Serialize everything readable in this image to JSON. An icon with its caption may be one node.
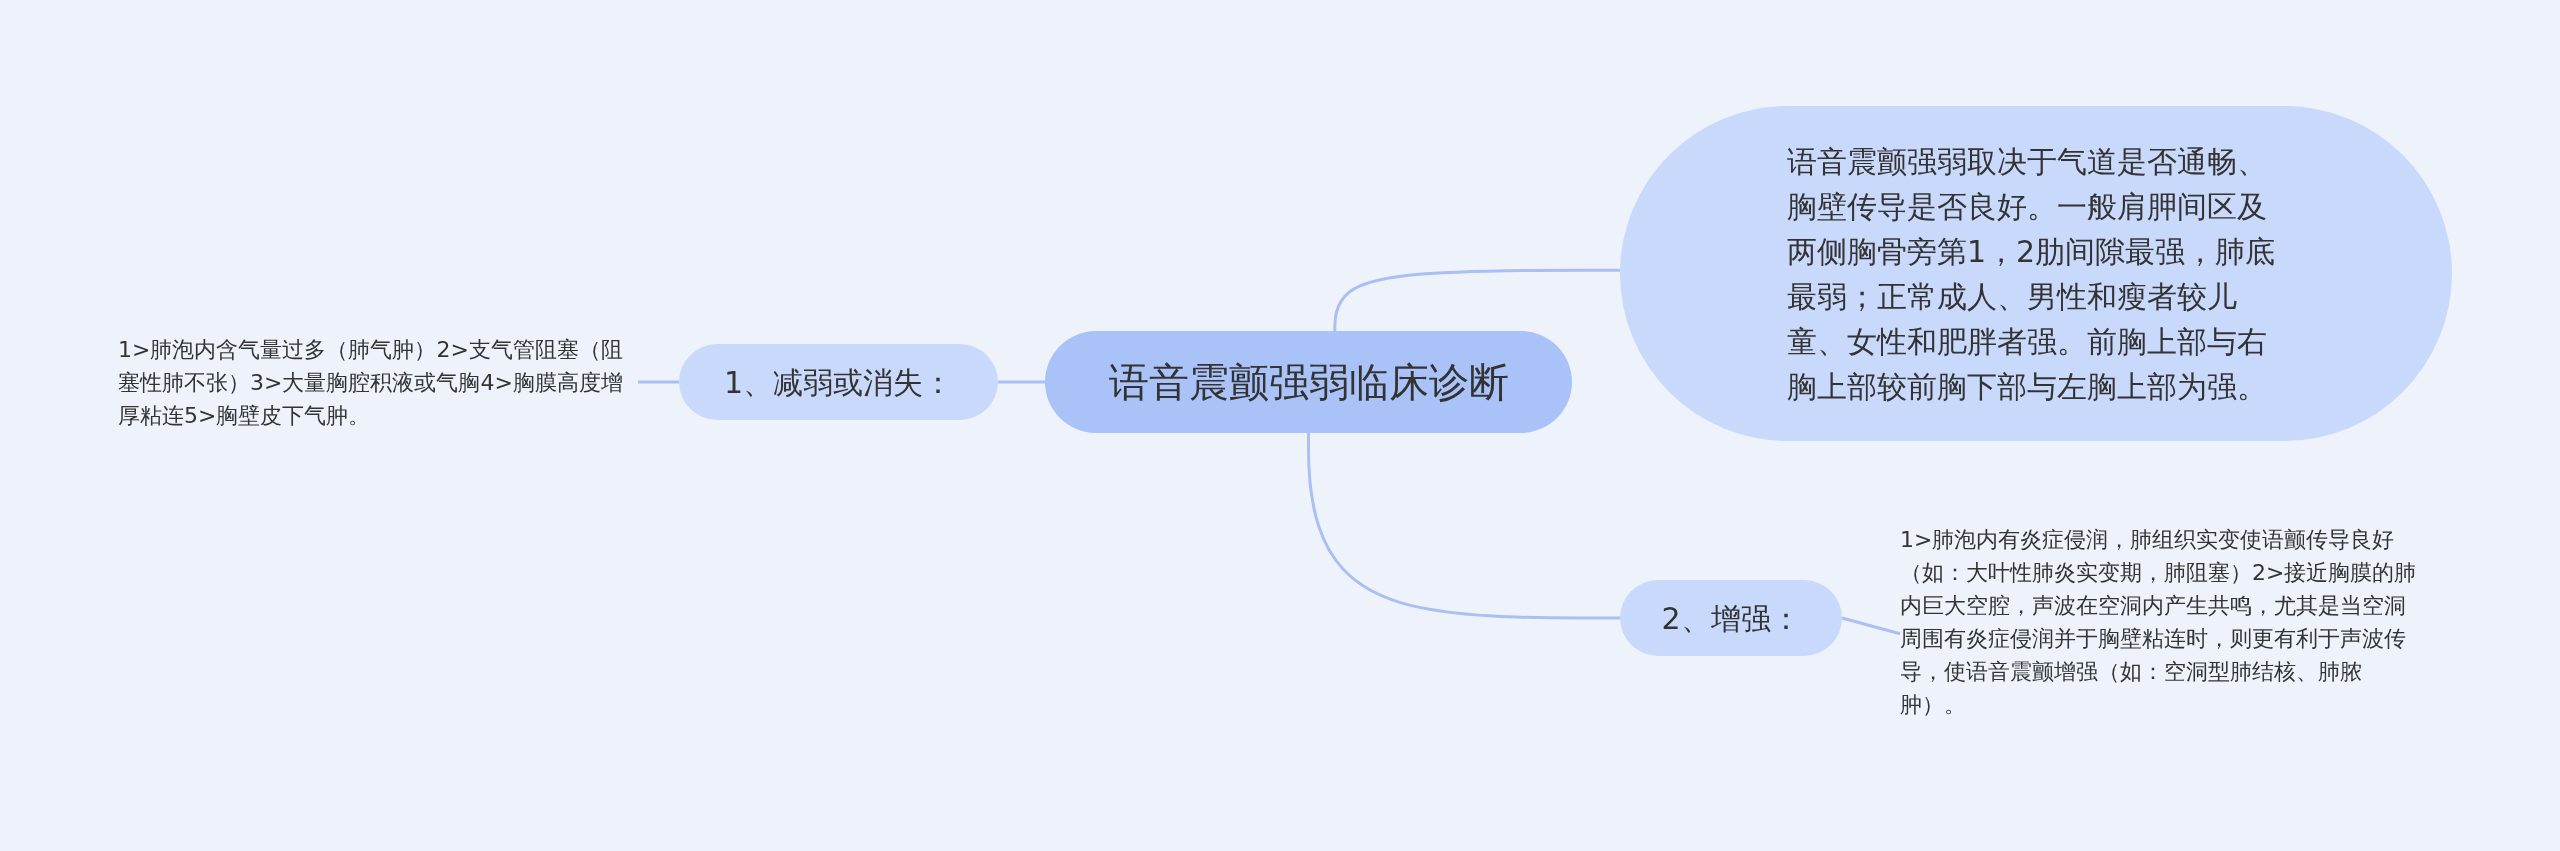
{
  "diagram": {
    "nodes": [
      {
        "text": [
          "语音震颤强弱临床诊断"
        ]
      },
      {
        "text": [
          "语音震颤强弱取决于气道是否通畅、胸壁传导是否良好。一般肩胛间区及两侧胸骨旁第1，2肋间隙最强，肺底最弱；正常成人、男性和瘦者较儿童、女性和肥胖者强。前胸上部与右胸上部较前胸下部与左胸上部为强。"
        ]
      },
      {
        "text": [
          "1、减弱或消失："
        ]
      },
      {
        "text": [
          "1>肺泡内含气量过多（肺气肿）2>支气管阻塞（阻塞性肺不张）3>大量胸腔积液或气胸4>胸膜高度增厚粘连5>胸壁皮下气肿。"
        ]
      },
      {
        "text": [
          "2、增强："
        ]
      },
      {
        "text": [
          "1>肺泡内有炎症侵润，肺组织实变使语颤传导良好（如：大叶性肺炎实变期，肺阻塞）2>接近胸膜的肺内巨大空腔，声波在空洞内产生共鸣，尤其是当空洞周围有炎症侵润并于胸壁粘连时，则更有利于声波传导，使语音震颤增强（如：空洞型肺结核、肺脓肿）。"
        ]
      }
    ],
    "edges": [
      {
        "from": 0,
        "to": 1,
        "arrow": "none"
      },
      {
        "from": 0,
        "to": 2,
        "arrow": "none"
      },
      {
        "from": 2,
        "to": 3,
        "arrow": "none"
      },
      {
        "from": 0,
        "to": 4,
        "arrow": "none"
      },
      {
        "from": 4,
        "to": 5,
        "arrow": "none"
      }
    ]
  }
}
